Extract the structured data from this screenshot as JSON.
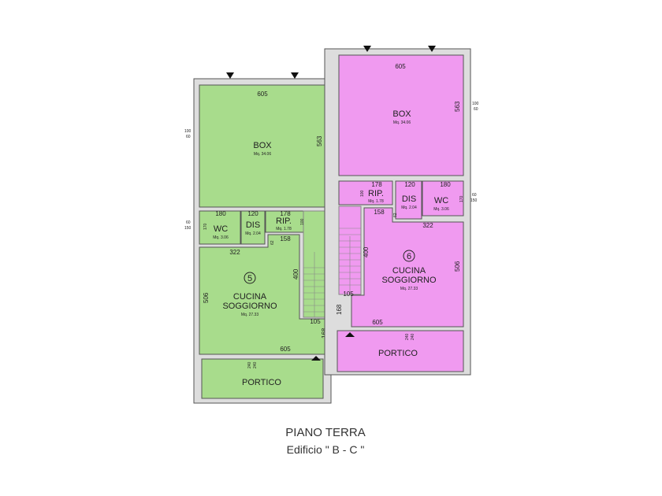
{
  "units": [
    {
      "number": "5",
      "color": "#a8dc8c",
      "rooms": {
        "box": {
          "name": "BOX",
          "area": "Mq. 34.06"
        },
        "wc": {
          "name": "WC",
          "area": "Mq. 3.06"
        },
        "dis": {
          "name": "DIS",
          "area": "Mq. 2.04"
        },
        "rip": {
          "name": "RIP.",
          "area": "Mq. 1.78"
        },
        "cucina": {
          "name1": "CUCINA",
          "name2": "SOGGIORNO",
          "area": "Mq. 27.33"
        },
        "portico": {
          "name": "PORTICO"
        }
      },
      "dims": {
        "box_w": "605",
        "box_h": "563",
        "win_a": "100",
        "win_b": "60",
        "wc_w": "180",
        "dis_w": "120",
        "rip_w": "178",
        "wc_h": "170",
        "rip_h": "100",
        "w_a": "60",
        "w_b": "150",
        "d62": "62",
        "d158": "158",
        "d322": "322",
        "d400": "400",
        "d506": "506",
        "d105": "105",
        "d168": "168",
        "d605": "605",
        "p1": "240",
        "p2": "240"
      }
    },
    {
      "number": "6",
      "color": "#f09af0",
      "rooms": {
        "box": {
          "name": "BOX",
          "area": "Mq. 34.06"
        },
        "wc": {
          "name": "WC",
          "area": "Mq. 3.06"
        },
        "dis": {
          "name": "DIS",
          "area": "Mq. 2.04"
        },
        "rip": {
          "name": "RIP.",
          "area": "Mq. 1.78"
        },
        "cucina": {
          "name1": "CUCINA",
          "name2": "SOGGIORNO",
          "area": "Mq. 27.33"
        },
        "portico": {
          "name": "PORTICO"
        }
      },
      "dims": {
        "box_w": "605",
        "box_h": "563",
        "win_a": "100",
        "win_b": "60",
        "wc_w": "180",
        "dis_w": "120",
        "rip_w": "178",
        "wc_h": "170",
        "rip_h": "100",
        "w_a": "60",
        "w_b": "150",
        "d62": "62",
        "d158": "158",
        "d322": "322",
        "d400": "400",
        "d506": "506",
        "d105": "105",
        "d168": "168",
        "d605": "605",
        "p1": "240",
        "p2": "240"
      }
    }
  ],
  "title": "PIANO TERRA",
  "subtitle": "Edificio \" B - C \""
}
